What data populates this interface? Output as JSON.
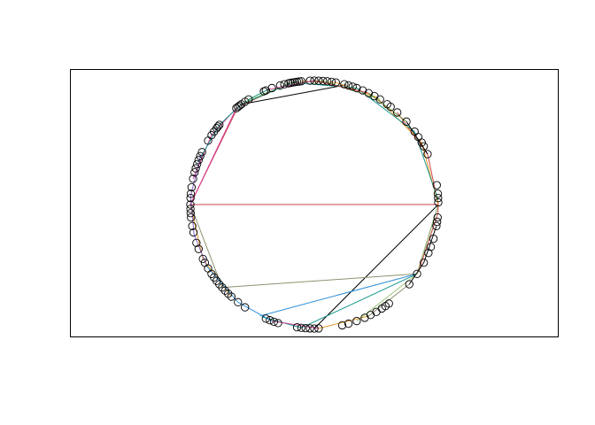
{
  "chart_data": {
    "type": "network",
    "layout": "circle",
    "title": "",
    "xlabel": "",
    "ylabel": "",
    "frame": true,
    "axes": false,
    "node_style": {
      "shape": "open-circle",
      "stroke": "#000000"
    },
    "node_angles_deg": [
      96,
      97,
      98,
      99,
      100,
      101,
      102,
      104,
      106,
      110,
      113,
      114,
      122,
      124,
      126,
      127,
      128,
      129,
      140,
      141,
      142,
      144,
      146,
      149,
      155,
      157,
      159,
      161,
      163,
      165,
      168,
      172,
      175,
      177,
      180,
      182,
      184,
      186,
      190,
      193,
      198,
      201,
      206,
      208,
      211,
      214,
      216,
      218,
      220,
      222,
      224,
      226,
      228,
      232,
      236,
      247,
      249,
      251,
      253,
      262,
      264,
      266,
      268,
      270,
      272,
      283,
      286,
      290,
      294,
      297,
      300,
      303,
      305,
      307,
      320,
      326,
      332,
      337,
      340,
      344,
      350,
      352,
      354,
      1,
      3,
      5,
      9,
      24,
      28,
      30,
      33,
      36,
      42,
      48,
      52,
      54,
      58,
      61,
      64,
      67,
      70,
      72,
      74,
      76,
      80,
      82,
      84,
      86,
      88,
      90,
      92
    ],
    "edges": [
      {
        "from": 75,
        "to": 126,
        "color": "#000000"
      },
      {
        "from": 0,
        "to": 326,
        "color": "#000000"
      },
      {
        "from": 0,
        "to": 270,
        "color": "#000000"
      },
      {
        "from": 0,
        "to": 180,
        "color": "#c9404a"
      },
      {
        "from": 180,
        "to": 128,
        "color": "#c9404a"
      },
      {
        "from": 128,
        "to": 101,
        "color": "#c9404a"
      },
      {
        "from": 180,
        "to": 129,
        "color": "#d93b9a"
      },
      {
        "from": 129,
        "to": 146,
        "color": "#d93b9a"
      },
      {
        "from": 146,
        "to": 168,
        "color": "#d93b9a"
      },
      {
        "from": 180,
        "to": 206,
        "color": "#e69a2a"
      },
      {
        "from": 206,
        "to": 228,
        "color": "#e69a2a"
      },
      {
        "from": 180,
        "to": 222,
        "color": "#8d9270"
      },
      {
        "from": 222,
        "to": 326,
        "color": "#8d9270"
      },
      {
        "from": 326,
        "to": 244,
        "color": "#2f8fd8"
      },
      {
        "from": 326,
        "to": 264,
        "color": "#1a9a8f"
      },
      {
        "from": 264,
        "to": 245,
        "color": "#1a9a8f"
      },
      {
        "from": 326,
        "to": 290,
        "color": "#9fc97d"
      },
      {
        "from": 326,
        "to": 0,
        "color": "#9fc97d"
      },
      {
        "from": 327,
        "to": 356,
        "color": "#d14848"
      },
      {
        "from": 356,
        "to": 1,
        "color": "#d14848"
      },
      {
        "from": 0,
        "to": 24,
        "color": "#d14848"
      },
      {
        "from": 24,
        "to": 48,
        "color": "#d14848"
      },
      {
        "from": 0,
        "to": 30,
        "color": "#e69a2a"
      },
      {
        "from": 30,
        "to": 60,
        "color": "#e69a2a"
      },
      {
        "from": 60,
        "to": 80,
        "color": "#e69a2a"
      },
      {
        "from": 80,
        "to": 96,
        "color": "#e69a2a"
      },
      {
        "from": 2,
        "to": 36,
        "color": "#1a9a8f"
      },
      {
        "from": 36,
        "to": 70,
        "color": "#1a9a8f"
      },
      {
        "from": 70,
        "to": 100,
        "color": "#1a9a8f"
      },
      {
        "from": 100,
        "to": 126,
        "color": "#1a9a8f"
      },
      {
        "from": 126,
        "to": 140,
        "color": "#1a9a8f"
      },
      {
        "from": 140,
        "to": 160,
        "color": "#1a9a8f"
      },
      {
        "from": 124,
        "to": 102,
        "color": "#9fc97d"
      },
      {
        "from": 102,
        "to": 86,
        "color": "#9fc97d"
      },
      {
        "from": 86,
        "to": 58,
        "color": "#9fc97d"
      },
      {
        "from": 156,
        "to": 176,
        "color": "#8a63c4"
      },
      {
        "from": 176,
        "to": 194,
        "color": "#8a63c4"
      },
      {
        "from": 194,
        "to": 210,
        "color": "#8a63c4"
      },
      {
        "from": 210,
        "to": 232,
        "color": "#2f8fd8"
      },
      {
        "from": 232,
        "to": 250,
        "color": "#2f8fd8"
      },
      {
        "from": 250,
        "to": 272,
        "color": "#d93b9a"
      },
      {
        "from": 272,
        "to": 296,
        "color": "#e69a2a"
      },
      {
        "from": 296,
        "to": 320,
        "color": "#8d9270"
      },
      {
        "from": 320,
        "to": 332,
        "color": "#000000"
      },
      {
        "from": 332,
        "to": 350,
        "color": "#000000"
      },
      {
        "from": 24,
        "to": 42,
        "color": "#000000"
      },
      {
        "from": 42,
        "to": 64,
        "color": "#6b8f3a"
      },
      {
        "from": 64,
        "to": 90,
        "color": "#c9404a"
      },
      {
        "from": 90,
        "to": 112,
        "color": "#d93b9a"
      },
      {
        "from": 112,
        "to": 122,
        "color": "#1a9a8f"
      }
    ]
  }
}
